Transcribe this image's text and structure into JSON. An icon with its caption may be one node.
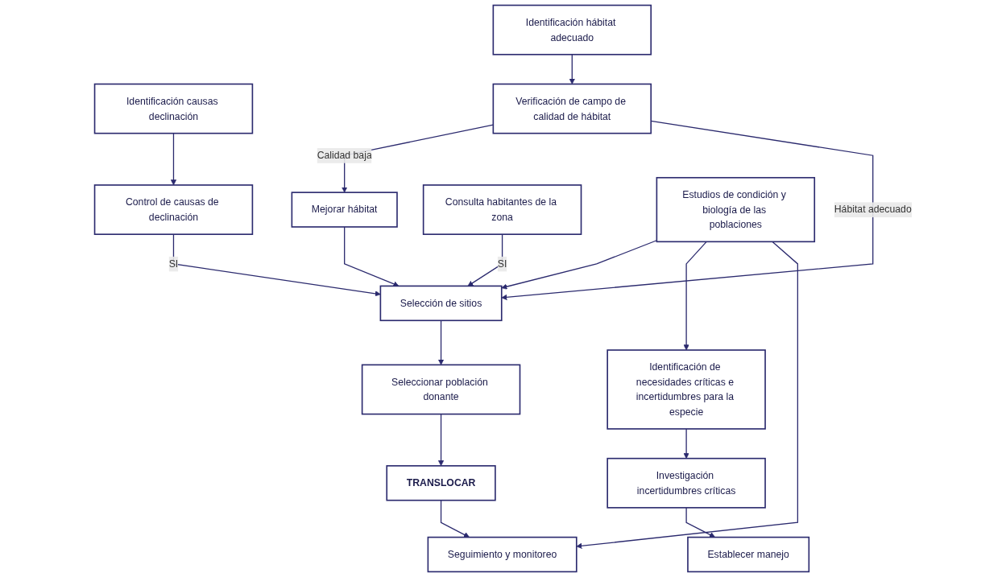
{
  "diagram": {
    "nodes": [
      {
        "text": [
          "Identificación hábitat adecuado"
        ]
      },
      {
        "text": [
          "Identificación causas declinación"
        ]
      },
      {
        "text": [
          "Consulta habitantes de la zona"
        ]
      },
      {
        "text": [
          "Estudios de condición y biología de las poblaciones"
        ]
      },
      {
        "text": [
          "Verificación de campo de calidad de hábitat"
        ]
      },
      {
        "text": [
          "Control de causas de declinación"
        ]
      },
      {
        "text": [
          "Identificación de necesidades críticas e incertidumbres para la especie"
        ]
      },
      {
        "text": [
          "Mejorar hábitat"
        ]
      },
      {
        "text": [
          "Selección de sitios"
        ]
      },
      {
        "text": [
          "Investigación incertidumbres críticas"
        ]
      },
      {
        "text": [
          "Establecer manejo"
        ]
      },
      {
        "text": [
          "Seleccionar población donante"
        ]
      },
      {
        "text": [
          "TRANSLOCAR"
        ]
      },
      {
        "text": [
          "Seguimiento y monitoreo"
        ]
      }
    ],
    "edges": [
      {
        "from": 0,
        "to": 4,
        "arrow": "to"
      },
      {
        "from": 1,
        "to": 5,
        "arrow": "to"
      },
      {
        "from": 4,
        "to": 7,
        "arrow": "to",
        "label": "Calidad baja"
      },
      {
        "from": 4,
        "to": 8,
        "arrow": "to",
        "label": "Hábitat adecuado"
      },
      {
        "from": 5,
        "to": 8,
        "arrow": "to",
        "label": "SI"
      },
      {
        "from": 2,
        "to": 8,
        "arrow": "to",
        "label": "SI"
      },
      {
        "from": 3,
        "to": 8,
        "arrow": "to"
      },
      {
        "from": 3,
        "to": 6,
        "arrow": "to"
      },
      {
        "from": 3,
        "to": 13,
        "arrow": "to"
      },
      {
        "from": 6,
        "to": 9,
        "arrow": "to"
      },
      {
        "from": 9,
        "to": 10,
        "arrow": "to"
      },
      {
        "from": 7,
        "to": 8,
        "arrow": "to"
      },
      {
        "from": 8,
        "to": 11,
        "arrow": "to"
      },
      {
        "from": 11,
        "to": 12,
        "arrow": "to"
      },
      {
        "from": 12,
        "to": 13,
        "arrow": "to"
      }
    ]
  }
}
